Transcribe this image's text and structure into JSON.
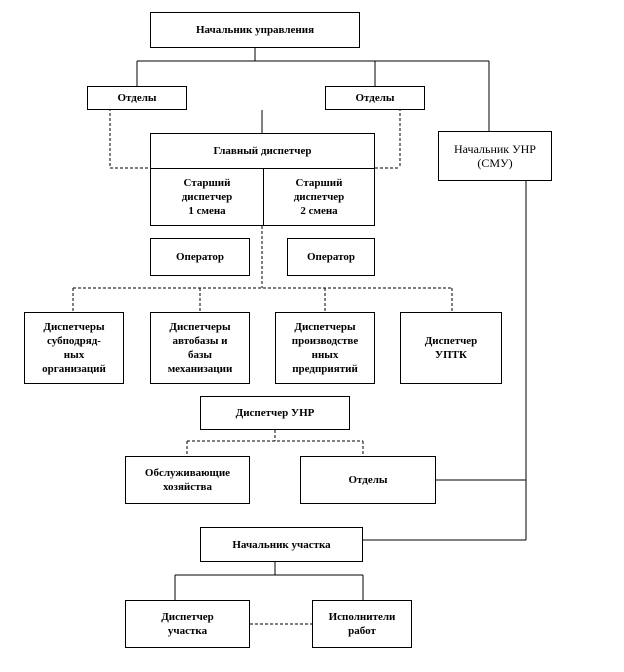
{
  "nodes": {
    "head_of_department": "Начальник управления",
    "departments_left": "Отделы",
    "departments_right": "Отделы",
    "chief_dispatcher": "Главный диспетчер",
    "senior_dispatcher_1": "Старший\nдиспетчер\n1 смена",
    "senior_dispatcher_2": "Старший\nдиспетчер\n2 смена",
    "head_unr": "Начальник УНР\n(СМУ)",
    "operator_left": "Оператор",
    "operator_right": "Оператор",
    "disp_subcontract": "Диспетчеры\nсубподряд-\nных\nорганизаций",
    "disp_autobase": "Диспетчеры\nавтобазы и\nбазы\nмеханизации",
    "disp_production": "Диспетчеры\nпроизводстве\nнных\nпредприятий",
    "disp_uptk": "Диспетчер\nУПТК",
    "dispatcher_unr": "Диспетчер УНР",
    "service_facilities": "Обслуживающие\nхозяйства",
    "departments_lower": "Отделы",
    "site_head": "Начальник участка",
    "site_dispatcher": "Диспетчер\nучастка",
    "work_executors": "Исполнители\nработ"
  }
}
